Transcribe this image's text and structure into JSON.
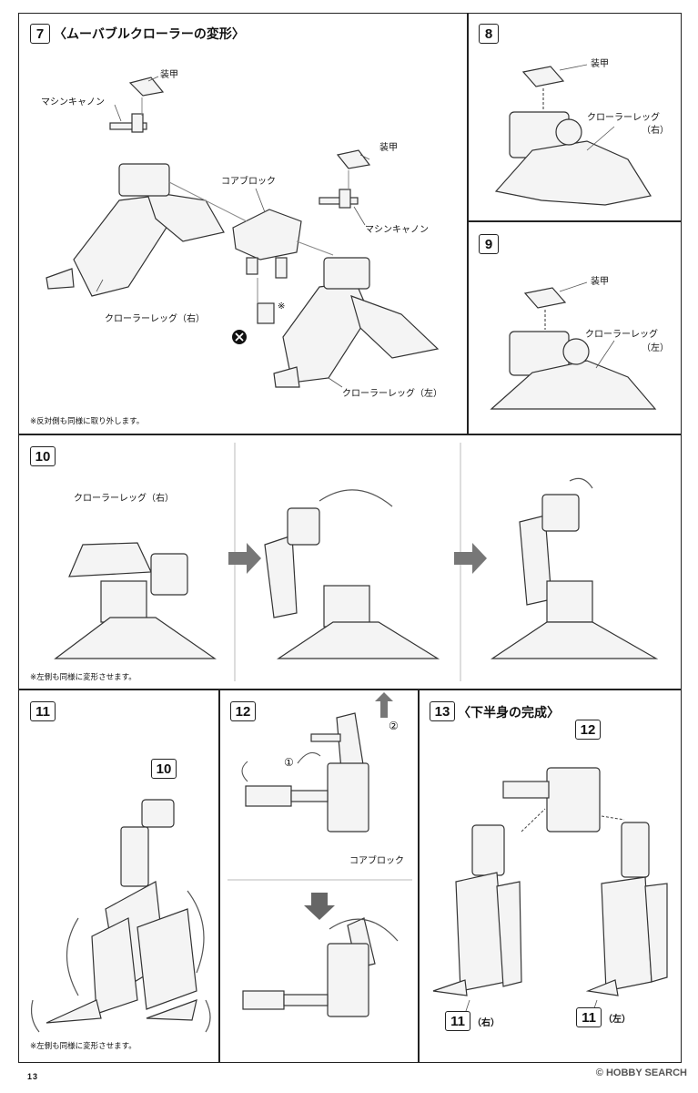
{
  "steps": {
    "s7": {
      "num": "7",
      "title": "〈ムーバブルクローラーの変形〉",
      "labels": {
        "armor_a": "装甲",
        "machine_cannon_a": "マシンキャノン",
        "core_block": "コアブロック",
        "armor_b": "装甲",
        "machine_cannon_b": "マシンキャノン",
        "crawler_right": "クローラーレッグ（右）",
        "crawler_left": "クローラーレッグ（左）",
        "asterisk": "※"
      },
      "note": "※反対側も同様に取り外します。"
    },
    "s8": {
      "num": "8",
      "labels": {
        "armor": "装甲",
        "crawler_line1": "クローラーレッグ",
        "crawler_line2": "（右）"
      }
    },
    "s9": {
      "num": "9",
      "labels": {
        "armor": "装甲",
        "crawler_line1": "クローラーレッグ",
        "crawler_line2": "（左）"
      }
    },
    "s10": {
      "num": "10",
      "labels": {
        "crawler_right": "クローラーレッグ（右）"
      },
      "note": "※左側も同様に変形させます。"
    },
    "s11": {
      "num": "11",
      "callout": "10",
      "note": "※左側も同様に変形させます。"
    },
    "s12": {
      "num": "12",
      "labels": {
        "circle1": "①",
        "circle2": "②",
        "core_block": "コアブロック"
      }
    },
    "s13": {
      "num": "13",
      "title": "〈下半身の完成〉",
      "callout": "12",
      "legs": {
        "right_num": "11",
        "right_side": "（右）",
        "left_num": "11",
        "left_side": "（左）"
      }
    }
  },
  "footer": {
    "page_number": "13",
    "watermark": "© HOBBY SEARCH"
  }
}
